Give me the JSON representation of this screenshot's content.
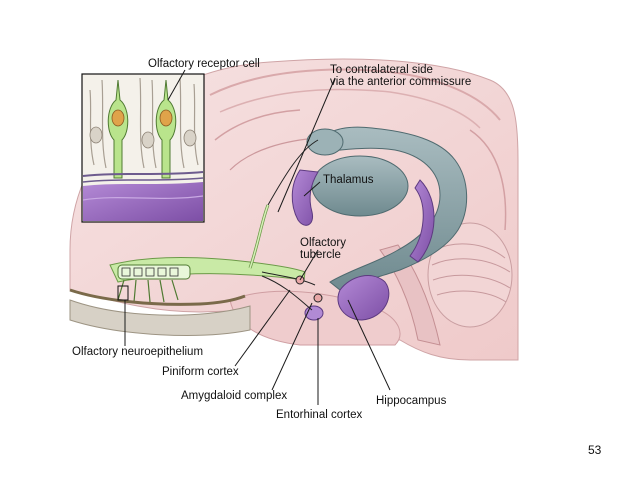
{
  "diagram": {
    "labels": {
      "olfactory_receptor_cell": "Olfactory receptor cell",
      "contralateral_line1": "To contralateral side",
      "contralateral_line2": "via the anterior commissure",
      "thalamus": "Thalamus",
      "olfactory_tubercle_line1": "Olfactory",
      "olfactory_tubercle_line2": "tubercle",
      "olfactory_neuroepithelium": "Olfactory neuroepithelium",
      "piniform_cortex": "Piniform cortex",
      "amygdaloid_complex": "Amygdaloid complex",
      "hippocampus": "Hippocampus",
      "entorhinal_cortex": "Entorhinal cortex"
    },
    "colors": {
      "brain_pink": "#f3d6d6",
      "brain_pink_dark": "#e9b9bb",
      "thalamus_gray": "#8fa6aa",
      "thalamus_dark": "#5f7b80",
      "limbic_purple": "#9b6cc0",
      "olfactory_green": "#b9e48c",
      "inset_purple": "#a77fcc",
      "line_black": "#1a1a1a"
    }
  },
  "slide": {
    "page_number": "53"
  }
}
